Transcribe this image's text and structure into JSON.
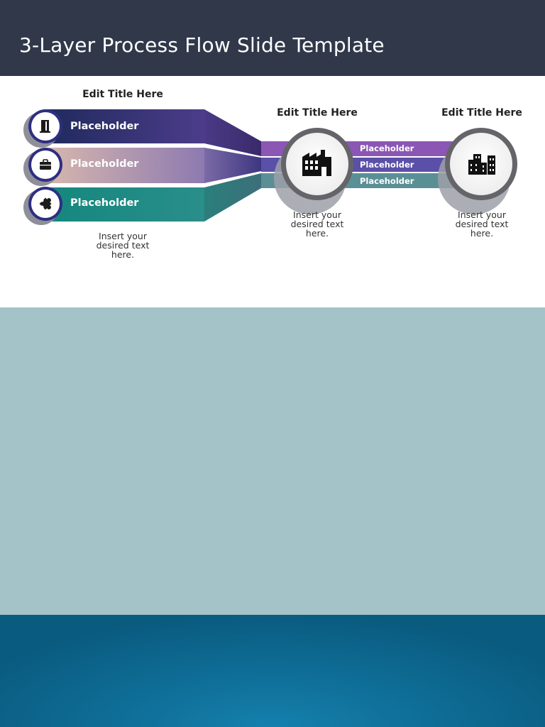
{
  "header": {
    "title": "3-Layer Process Flow Slide Template"
  },
  "colors": {
    "header_bg": "#30384a",
    "band_mid": "#a3c3c8",
    "band_bottom": "#1178a3",
    "layer1": "#3a2f78",
    "layer2": "#b7a2b4",
    "layer3": "#1e8a84",
    "right_purple": "#8b56b4",
    "right_blue": "#5a50a8",
    "right_teal": "#5b8f96"
  },
  "left_stage": {
    "title": "Edit Title Here",
    "layers": [
      {
        "label": "Placeholder",
        "icon": "door-icon"
      },
      {
        "label": "Placeholder",
        "icon": "briefcase-icon"
      },
      {
        "label": "Placeholder",
        "icon": "puzzle-icon"
      }
    ],
    "description": [
      "Insert your",
      "desired text",
      "here."
    ]
  },
  "middle_stage": {
    "title": "Edit Title Here",
    "icon": "factory-icon",
    "description": [
      "Insert your",
      "desired text",
      "here."
    ]
  },
  "right_stage": {
    "title": "Edit Title Here",
    "icon": "buildings-icon",
    "description": [
      "Insert your",
      "desired text",
      "here."
    ]
  },
  "flow_labels": [
    "Placeholder",
    "Placeholder",
    "Placeholder"
  ]
}
